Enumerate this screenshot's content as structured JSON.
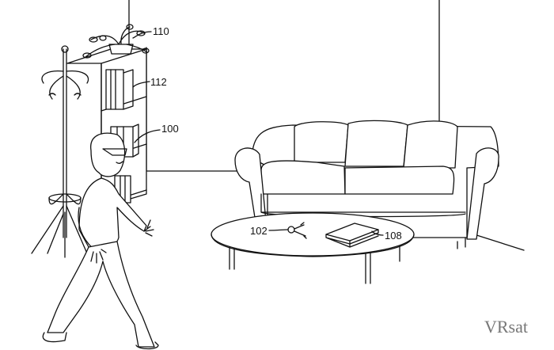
{
  "labels": {
    "plant": "110",
    "bookshelf": "112",
    "user": "100",
    "keys": "102",
    "book": "108"
  },
  "watermark": "VRsat"
}
